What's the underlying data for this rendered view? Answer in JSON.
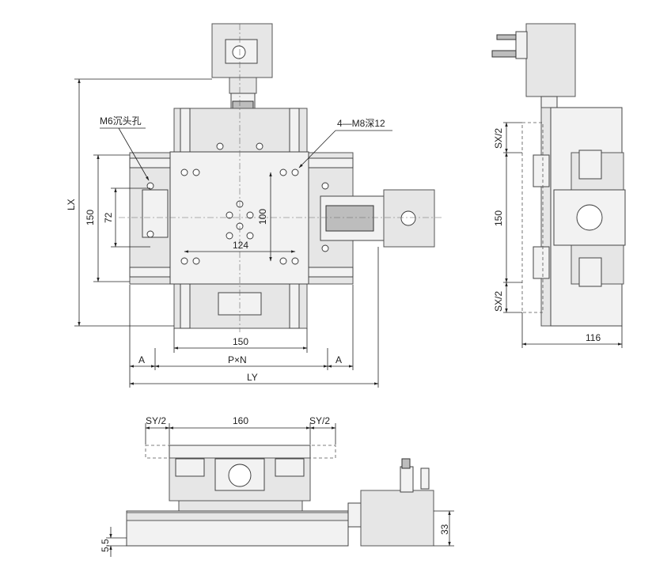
{
  "labels": {
    "m6": "M6沉头孔",
    "m8": "4—M8深12",
    "d124": "124",
    "d100": "100",
    "d72": "72",
    "d150_left": "150",
    "lx": "LX",
    "d150_bottom": "150",
    "a_left": "A",
    "pxn": "P×N",
    "a_right": "A",
    "ly": "LY",
    "sx2_top": "SX/2",
    "d150_side": "150",
    "sx2_bottom": "SX/2",
    "d116": "116",
    "sy2_left": "SY/2",
    "d160": "160",
    "sy2_right": "SY/2",
    "d55": "5.5",
    "d33": "33"
  }
}
